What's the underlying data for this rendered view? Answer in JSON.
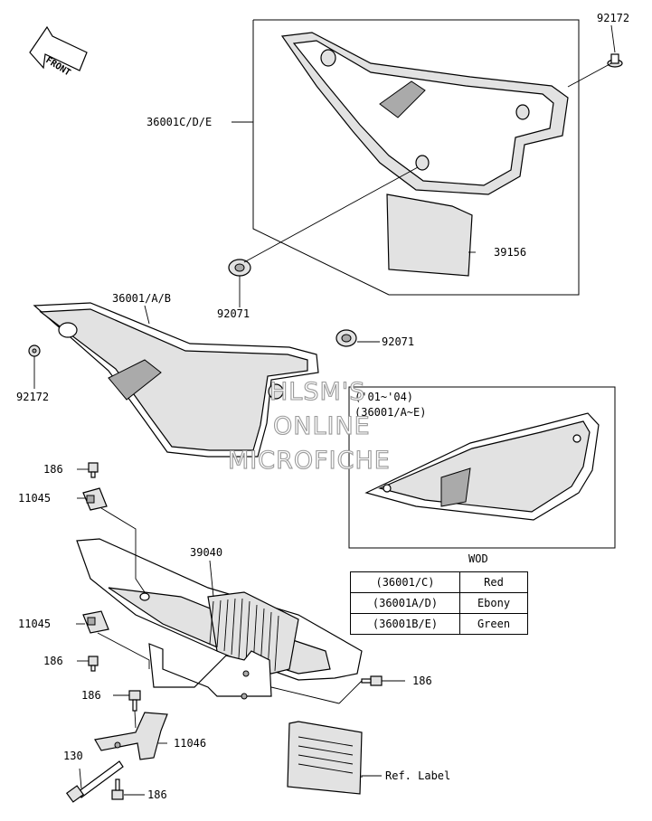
{
  "orientation_label": "FRONT",
  "callouts": {
    "p92172_top": "92172",
    "p36001cde": "36001C/D/E",
    "p39156": "39156",
    "p92071_a": "92071",
    "p36001ab": "36001/A/B",
    "p92071_b": "92071",
    "p92172_left": "92172",
    "years": "('01~'04)",
    "p36001ae": "(36001/A~E)",
    "p186_a": "186",
    "p11045_a": "11045",
    "p39040": "39040",
    "p11045_b": "11045",
    "p186_b": "186",
    "p186_c": "186",
    "p186_d": "186",
    "p11046": "11046",
    "p130": "130",
    "p186_e": "186",
    "ref_label": "Ref. Label"
  },
  "watermark": [
    "HLSM'S",
    "ONLINE",
    "MICROFICHE"
  ],
  "color_table": {
    "title": "WOD",
    "rows": [
      {
        "code": "(36001/C)",
        "color": "Red"
      },
      {
        "code": "(36001A/D)",
        "color": "Ebony"
      },
      {
        "code": "(36001B/E)",
        "color": "Green"
      }
    ]
  }
}
